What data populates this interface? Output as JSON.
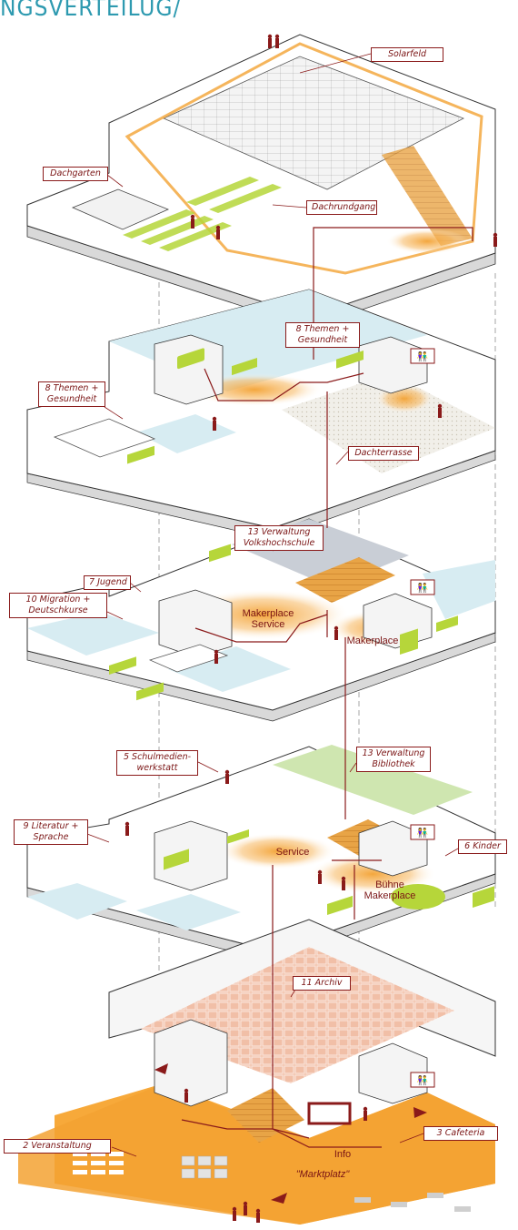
{
  "title": "NGSVERTEILUG/",
  "colors": {
    "accent": "#f3a233",
    "circulation": "#8a1a1a",
    "room_blue": "#d7ecf2",
    "furniture_green": "#b6d63a",
    "archive": "#f1bfa7",
    "heading": "#2e9ab0"
  },
  "roof": {
    "solarfeld": "Solarfeld",
    "dachgarten": "Dachgarten",
    "dachrundgang": "Dachrundgang"
  },
  "level4": {
    "themen_top": "8 Themen + Gesundheit",
    "themen_left": "8 Themen + Gesundheit",
    "dachterrasse": "Dachterrasse"
  },
  "level3": {
    "verwaltung_vhs": "13 Verwaltung Volkshochschule",
    "jugend": "7 Jugend",
    "migration": "10 Migration + Deutschkurse",
    "makerplace_service": "Makerplace Service",
    "makerplace": "Makerplace"
  },
  "level2": {
    "schulmedienwerkstatt": "5 Schulmedien- werkstatt",
    "verwaltung_bib": "13 Verwaltung Bibliothek",
    "literatur": "9 Literatur + Sprache",
    "kinder": "6 Kinder",
    "service": "Service",
    "buehne": "Bühne Makerplace"
  },
  "ground": {
    "archiv": "11 Archiv",
    "veranstaltung": "2 Veranstaltung",
    "cafeteria": "3 Cafeteria",
    "info": "Info",
    "marktplatz": "\"Marktplatz\""
  }
}
